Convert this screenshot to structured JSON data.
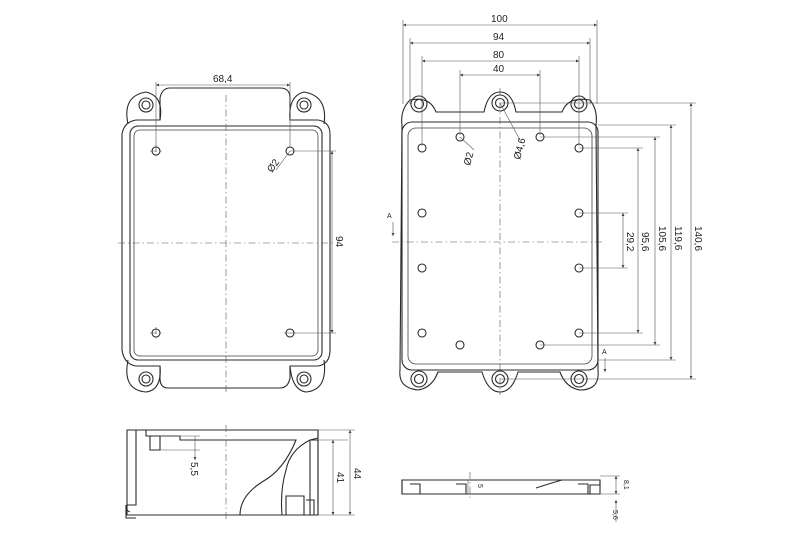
{
  "dimensions": {
    "d100": "100",
    "d94_top": "94",
    "d80": "80",
    "d40": "40",
    "d68_4": "68,4",
    "d94_side": "94",
    "d29_2": "29,2",
    "d95_6": "95,6",
    "d105_6": "105,6",
    "d119_6": "119,6",
    "d140_6": "140,6",
    "hole_d2_left": "Ø2",
    "hole_d2_right": "Ø2",
    "hole_d4_6": "Ø4,6",
    "d5_5": "5,5",
    "d41": "41",
    "d44": "44",
    "d5": "5",
    "d8_1": "8,1",
    "d5_6": "5,6"
  },
  "section_markers": {
    "a_left": "A",
    "a_right": "A"
  }
}
